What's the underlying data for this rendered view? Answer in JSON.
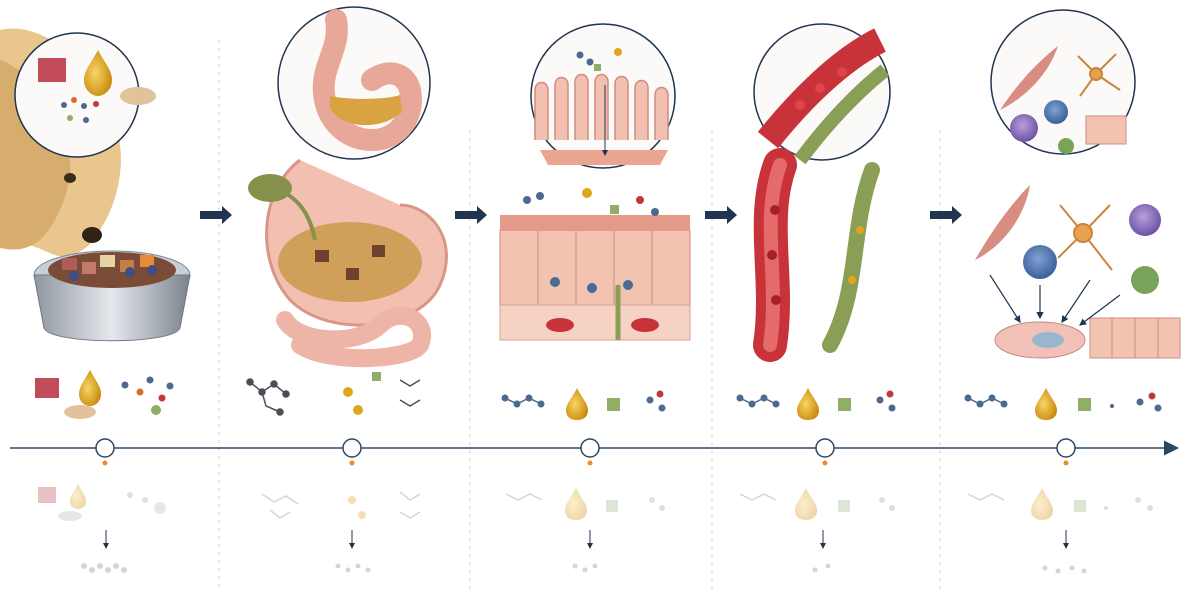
{
  "diagram": {
    "stages": [
      {
        "id": "ingestion",
        "icon": "dog-eating-food-bowl"
      },
      {
        "id": "digestion",
        "icon": "stomach-and-intestines"
      },
      {
        "id": "absorption",
        "icon": "intestinal-villi"
      },
      {
        "id": "transport",
        "icon": "blood-and-lymph-vessels"
      },
      {
        "id": "cellular-use",
        "icon": "body-cells"
      }
    ],
    "colors": {
      "arrow": "#1f3550",
      "timeline": "#2d4763",
      "node_dot": "#ee8a2b",
      "divider": "#c9ced6",
      "tissue": "#f0b7aa",
      "blood": "#c8333a",
      "lymph": "#8a9e55",
      "fat": "#e1a51c",
      "mineral": "#8fae66",
      "protein_bead": "#4c6a8f"
    }
  }
}
